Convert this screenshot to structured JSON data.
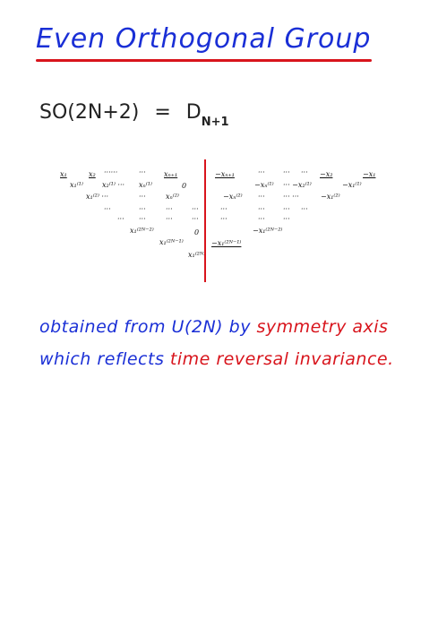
{
  "title": "Even Orthogonal Group",
  "formula": {
    "lhs": "SO(2N+2)",
    "eq": "=",
    "rhs_main": "D",
    "rhs_sub": "N+1"
  },
  "pattern": {
    "row1_left": [
      "x₁",
      "x₂",
      "······",
      "···",
      "xₙ₊₁"
    ],
    "row1_right": [
      "−xₙ₊₁",
      "···",
      "···",
      "···",
      "−x₂",
      "−x₁"
    ],
    "row2_left": [
      "x₁⁽¹⁾",
      "x₂⁽¹⁾ ···",
      "xₙ⁽¹⁾"
    ],
    "row2_right": [
      "−xₙ⁽¹⁾",
      "··· −x₂⁽¹⁾",
      "−x₁⁽¹⁾"
    ],
    "row3_left": [
      "x₁⁽²⁾ ···",
      "···",
      "xₙ⁽²⁾"
    ],
    "row3_right": [
      "−xₙ⁽²⁾",
      "···",
      "··· ···",
      "−x₁⁽²⁾"
    ],
    "zero": "0",
    "ellipsis": "···",
    "row_2n2_left": "x₁⁽²ᴺ⁻²⁾",
    "row_2n2_right": "−x₁⁽²ᴺ⁻²⁾",
    "row_2n1_left": "x₁⁽²ᴺ⁻¹⁾",
    "row_2n1_right": "−x₁⁽²ᴺ⁻¹⁾",
    "row_2n": "x₁⁽²ᴺ⁾"
  },
  "note": {
    "line1_blue": "obtained from U(2N) by",
    "line1_red": "symmetry axis",
    "line2_blue": "which reflects",
    "line2_red": "time reversal invariance."
  },
  "colors": {
    "blue": "#1a2fd6",
    "red": "#d8141c",
    "ink": "#111111"
  }
}
